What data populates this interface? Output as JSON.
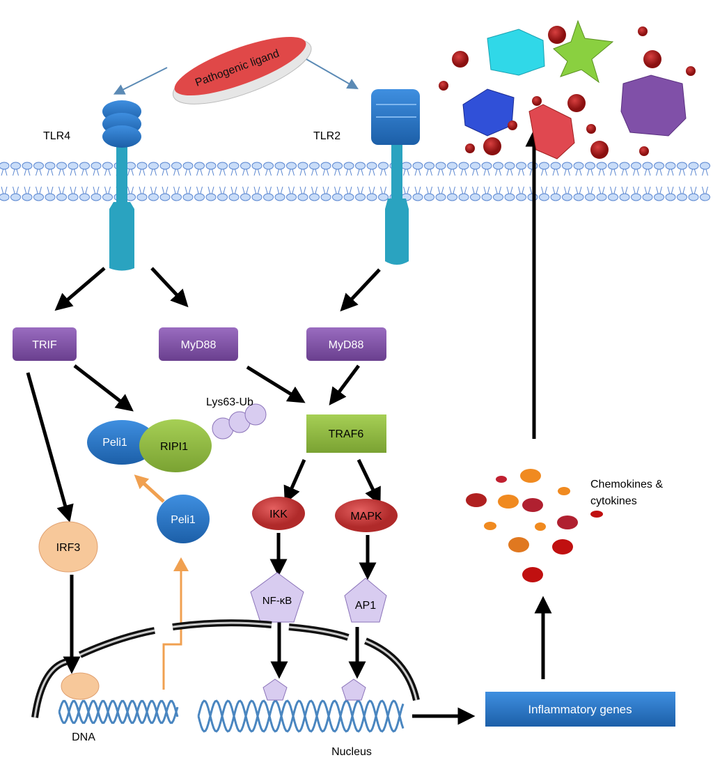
{
  "ligand": {
    "label": "Pathogenic ligand"
  },
  "receptors": {
    "tlr4": "TLR4",
    "tlr2": "TLR2"
  },
  "adaptors": {
    "trif": "TRIF",
    "myd88_left": "MyD88",
    "myd88_right": "MyD88"
  },
  "complex": {
    "peli1": "Peli1",
    "ripi1": "RIPI1",
    "ubiquitin": "Lys63-Ub"
  },
  "traf6": "TRAF6",
  "kinases": {
    "ikk": "IKK",
    "mapk": "MAPK"
  },
  "peli1_free": "Peli1",
  "irf3": "IRF3",
  "transcription_factors": {
    "nfkb": "NF-κB",
    "ap1": "AP1"
  },
  "nucleus": {
    "dna_label": "DNA",
    "nucleus_label": "Nucleus"
  },
  "genes": {
    "label": "Inflammatory genes"
  },
  "secreted": {
    "line1": "Chemokines &",
    "line2": "cytokines"
  },
  "colors": {
    "receptor": "#1a7fd0",
    "stalk": "#2aa3c0",
    "adaptor": "#7a4f9e",
    "traf6": "#86b23a",
    "kinase": "#d24a4a",
    "tf": "#d8ccf0",
    "irf3": "#f7c89a",
    "genes_box": "#2f7fc8",
    "orange_arrow": "#f0a050",
    "dna": "#4a86c0"
  }
}
